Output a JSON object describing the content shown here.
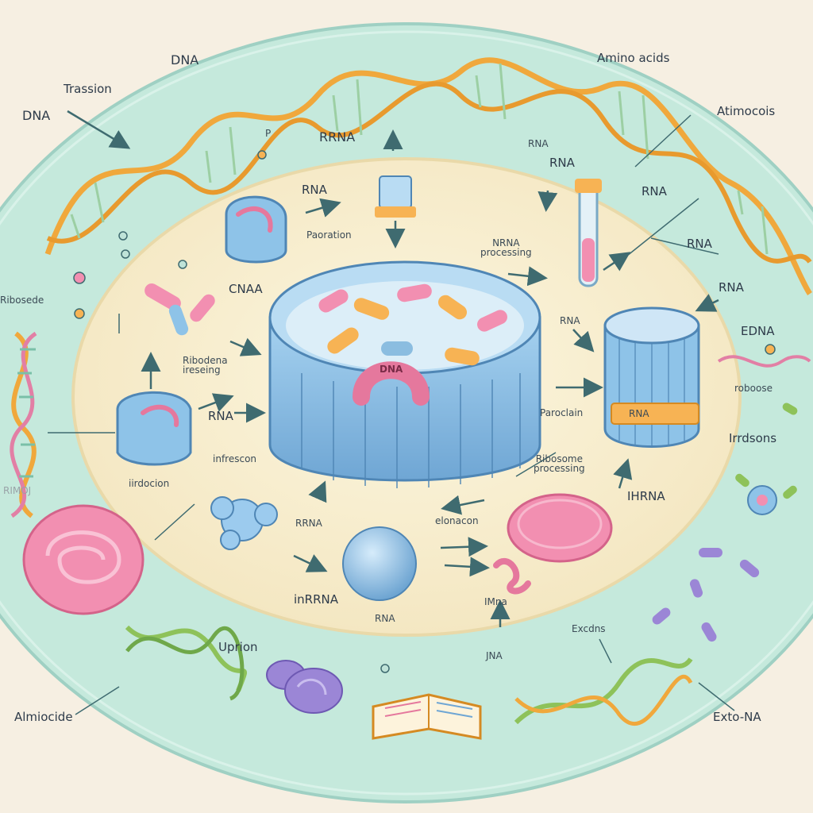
{
  "labels": {
    "dna_top": "DNA",
    "amino_acids": "Amino acids",
    "trassion": "Trassion",
    "dna_left": "DNA",
    "atimocois": "Atimocois",
    "rrna_top": "RRNA",
    "rna_top_small": "RNA",
    "p_small": "P",
    "rna_inner_top": "RNA",
    "rna_tube": "RNA",
    "rna_right_outer": "RNA",
    "rna_right_mid": "RNA",
    "rna_right_low": "RNA",
    "paoration": "Paoration",
    "processing_top": "NRNA\nprocessing",
    "cnaa": "CNAA",
    "ribosede": "Ribosede",
    "ribodena": "Ribodena\nireseing",
    "rna_mid_left": "RNA",
    "rna_center_right": "RNA",
    "edna": "EDNA",
    "roboose": "roboose",
    "paroclain": "Paroclain",
    "irrdsons": "Irrdsons",
    "rhna_box": "RNA",
    "infrescon": "infrescon",
    "iirdocion": "iirdocion",
    "rimo": "RIMOJ",
    "ribosome_processing": "Ribosome\nprocessing",
    "ihrna": "IHRNA",
    "rrna_low": "RRNA",
    "elonacon": "elonacon",
    "inrrna": "inRRNA",
    "rna_bottom": "RNA",
    "imna": "IMna",
    "upnion": "Uprion",
    "jna": "JNA",
    "excdns": "Excdns",
    "almiocide": "Almiocide",
    "exto_na": "Exto-NA",
    "dna_pill": "DNA"
  },
  "colors": {
    "outer_ring": "#c5e9dc",
    "outer_edge": "#9fd0c3",
    "cytoplasm": "#f8efd0",
    "cytoplasm_edge": "#e9d9a9",
    "helix_orange": "#f0a83c",
    "helix_green": "#8ec25a",
    "nucleus_blue": "#8ec3e8",
    "nucleus_dark": "#5f95c4",
    "pink": "#f28fb1",
    "purple": "#9b86d6",
    "arrow": "#3f6b70"
  }
}
